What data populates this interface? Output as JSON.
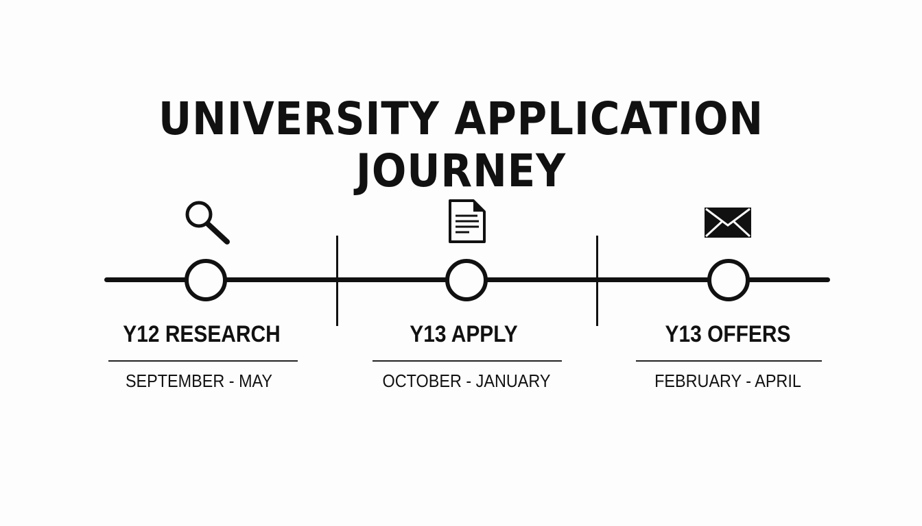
{
  "title": "UNIVERSITY APPLICATION JOURNEY",
  "colors": {
    "ink": "#111111",
    "background": "#fdfdfd"
  },
  "stages": [
    {
      "label": "Y12 RESEARCH",
      "range": "SEPTEMBER - MAY",
      "icon": "magnifying-glass-icon"
    },
    {
      "label": "Y13 APPLY",
      "range": "OCTOBER - JANUARY",
      "icon": "document-icon"
    },
    {
      "label": "Y13 OFFERS",
      "range": "FEBRUARY - APRIL",
      "icon": "envelope-icon"
    }
  ]
}
